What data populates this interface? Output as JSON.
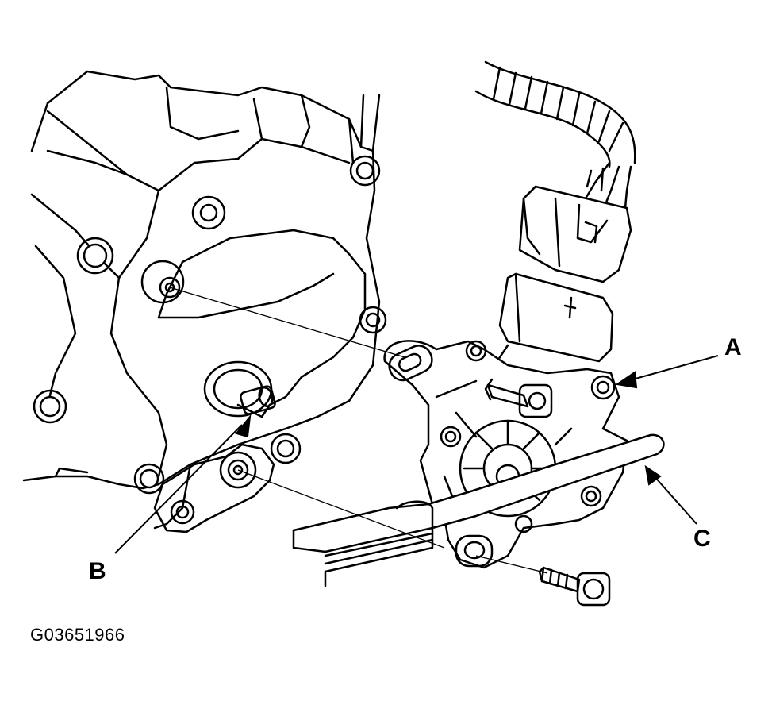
{
  "labels": {
    "a": "A",
    "b": "B",
    "c": "C"
  },
  "figure_code": "G03651966",
  "colors": {
    "line": "#000000",
    "background": "#ffffff"
  }
}
